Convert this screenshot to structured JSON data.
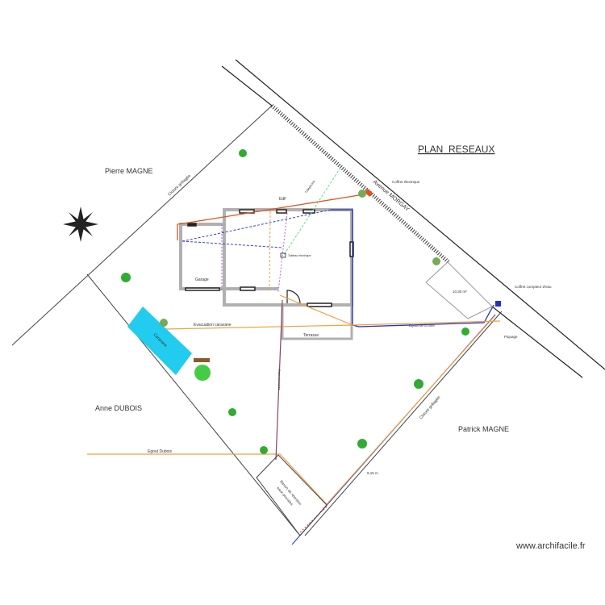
{
  "title": "PLAN  RESEAUX",
  "neighbors": {
    "north_west": "Pierre MAGNE",
    "west": "Anne DUBOIS",
    "east": "Patrick MAGNE"
  },
  "street": "Avenue MORGAY",
  "fences": {
    "north_west": "Cloture grillagée",
    "south_east": "Cloture grillagée"
  },
  "rooms": {
    "garage": "Garage",
    "terrace": "Terrasse"
  },
  "networks": {
    "edf": "EdF",
    "telephone": "Téléphone",
    "electrical_panel": "Tableau électrique",
    "caravan_drain": "Evacuation caravane",
    "rainwater": "Eaux pluviales",
    "dubois_sewer": "Egout Dubois",
    "city_sewer": "Egout de la ville",
    "tap": "Piquage"
  },
  "equipment": {
    "electric_box": "Coffret électrique",
    "water_meter_box": "Coffret compteur d'eau",
    "caravan": "Caravane",
    "retention_basin_line1": "Bassin de rétention",
    "retention_basin_line2": "eaux pluviales"
  },
  "measures": {
    "area": "10,30 m²",
    "distance": "9,15 m"
  },
  "watermark": "www.archifacile.fr",
  "colors": {
    "edf": "#e0541c",
    "water": "#2233bb",
    "sewer": "#f0a040",
    "telephone": "#66dd77",
    "rain": "#884466",
    "caravan": "#22ccee",
    "wall": "#b0b0b0"
  }
}
